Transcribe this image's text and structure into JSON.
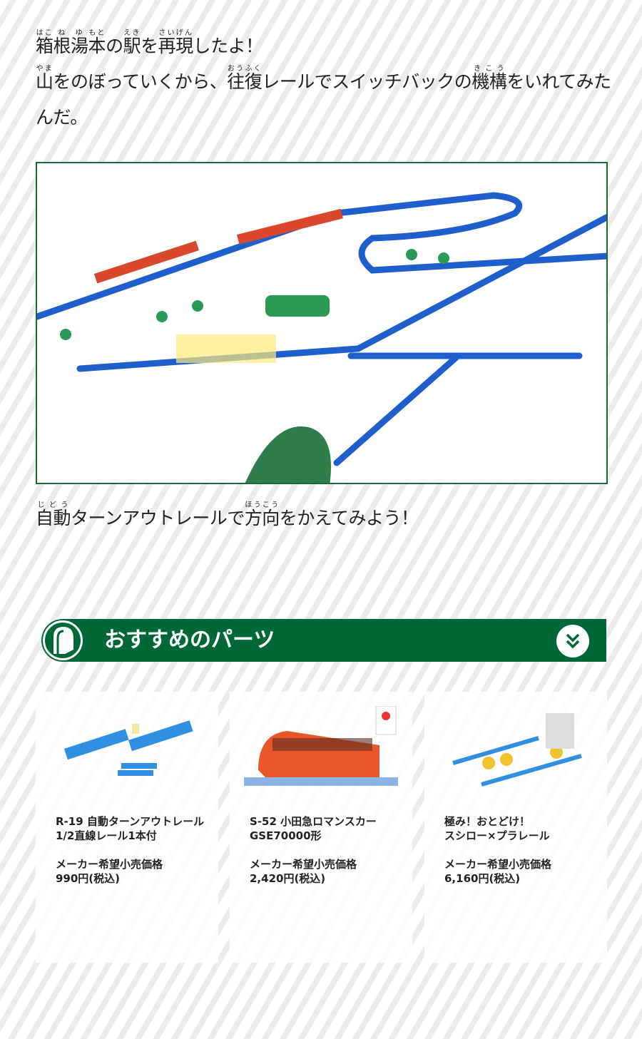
{
  "intro": {
    "lines": [
      [
        {
          "t": "箱",
          "r": "はこ"
        },
        {
          "t": "根",
          "r": "ね"
        },
        {
          "t": "湯",
          "r": "ゆ"
        },
        {
          "t": "本",
          "r": "もと"
        },
        {
          "t": "の"
        },
        {
          "t": "駅",
          "r": "えき"
        },
        {
          "t": "を"
        },
        {
          "t": "再現",
          "r": "さいげん"
        },
        {
          "t": "したよ！"
        }
      ],
      [
        {
          "t": "山",
          "r": "やま"
        },
        {
          "t": "をのぼっていくから、"
        },
        {
          "t": "往復",
          "r": "おうふく"
        },
        {
          "t": "レールでスイッチバックの"
        },
        {
          "t": "機構",
          "r": "きこう"
        },
        {
          "t": "をいれてみたんだ。"
        }
      ]
    ]
  },
  "caption": {
    "lines": [
      [
        {
          "t": "自動",
          "r": "じどう"
        },
        {
          "t": "ターンアウトレールで"
        },
        {
          "t": "方向",
          "r": "ほうこう"
        },
        {
          "t": "をかえてみよう！"
        }
      ]
    ]
  },
  "section": {
    "title": "おすすめのパーツ",
    "icon": "chevron-double-down-icon",
    "color": "#006837"
  },
  "products": [
    {
      "name": "R-19 自動ターンアウトレール\n1/2直線レール1本付",
      "price_label": "メーカー希望小売価格",
      "price": "990円(税込)"
    },
    {
      "name": "S-52 小田急ロマンスカー\nGSE70000形",
      "price_label": "メーカー希望小売価格",
      "price": "2,420円(税込)"
    },
    {
      "name": "極み！おとどけ！\nスシロー×プラレール",
      "price_label": "メーカー希望小売価格",
      "price": "6,160円(税込)"
    }
  ]
}
